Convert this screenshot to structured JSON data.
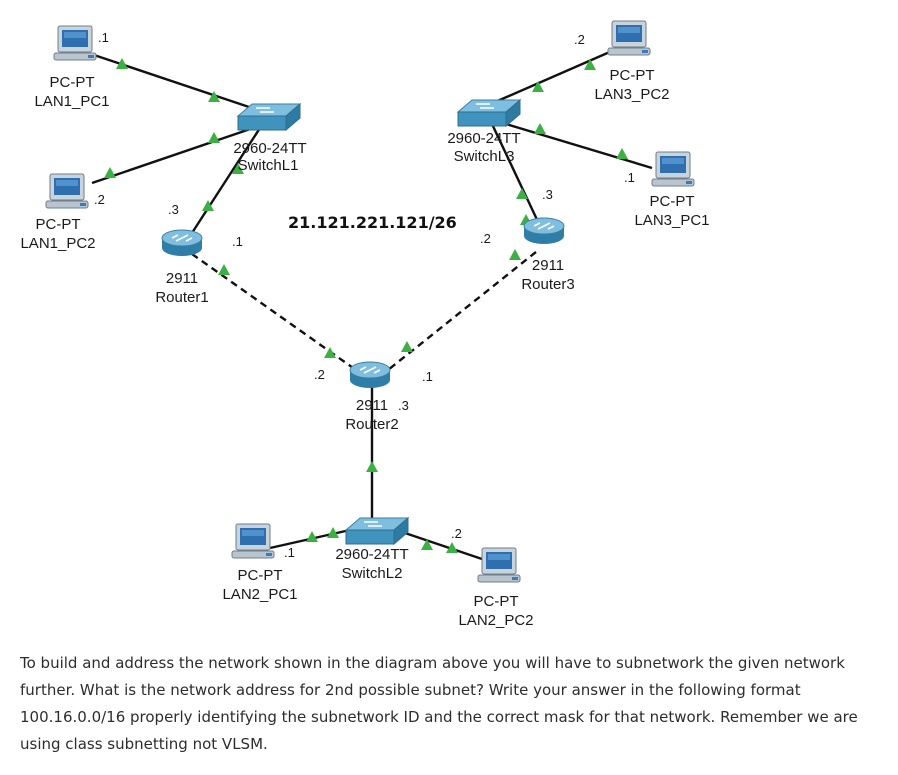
{
  "network_label": "21.121.221.121/26",
  "devices": {
    "lan1_pc1": {
      "type": "PC-PT",
      "name": "LAN1_PC1",
      "port": ".1"
    },
    "lan1_pc2": {
      "type": "PC-PT",
      "name": "LAN1_PC2",
      "port": ".2"
    },
    "lan3_pc2": {
      "type": "PC-PT",
      "name": "LAN3_PC2",
      "port": ".2"
    },
    "lan3_pc1": {
      "type": "PC-PT",
      "name": "LAN3_PC1",
      "port": ".1"
    },
    "lan2_pc1": {
      "type": "PC-PT",
      "name": "LAN2_PC1",
      "port": ".1"
    },
    "lan2_pc2": {
      "type": "PC-PT",
      "name": "LAN2_PC2",
      "port": ".2"
    },
    "switch1": {
      "model": "2960-24TT",
      "name": "SwitchL1"
    },
    "switch3": {
      "model": "2960-24TT",
      "name": "SwitchL3"
    },
    "switch2": {
      "model": "2960-24TT",
      "name": "SwitchL2"
    },
    "router1": {
      "model": "2911",
      "name": "Router1",
      "port_lan": ".3",
      "port_wan": ".1"
    },
    "router3": {
      "model": "2911",
      "name": "Router3",
      "port_lan": ".3",
      "port_wan": ".2"
    },
    "router2": {
      "model": "2911",
      "name": "Router2",
      "port_r1": ".2",
      "port_r3": ".1",
      "port_lan": ".3"
    }
  },
  "colors": {
    "link": "#111111",
    "link_arrow": "#3cb043",
    "device_blue": "#4a9fc4",
    "screen": "#2f6fb0"
  },
  "question": "To build and address the network shown in the diagram above you will have to subnetwork the given network further. What is the network address for 2nd possible subnet? Write your answer in the following format 100.16.0.0/16 properly identifying the subnetwork ID and the correct mask for that network. Remember we are using class subnetting not VLSM."
}
